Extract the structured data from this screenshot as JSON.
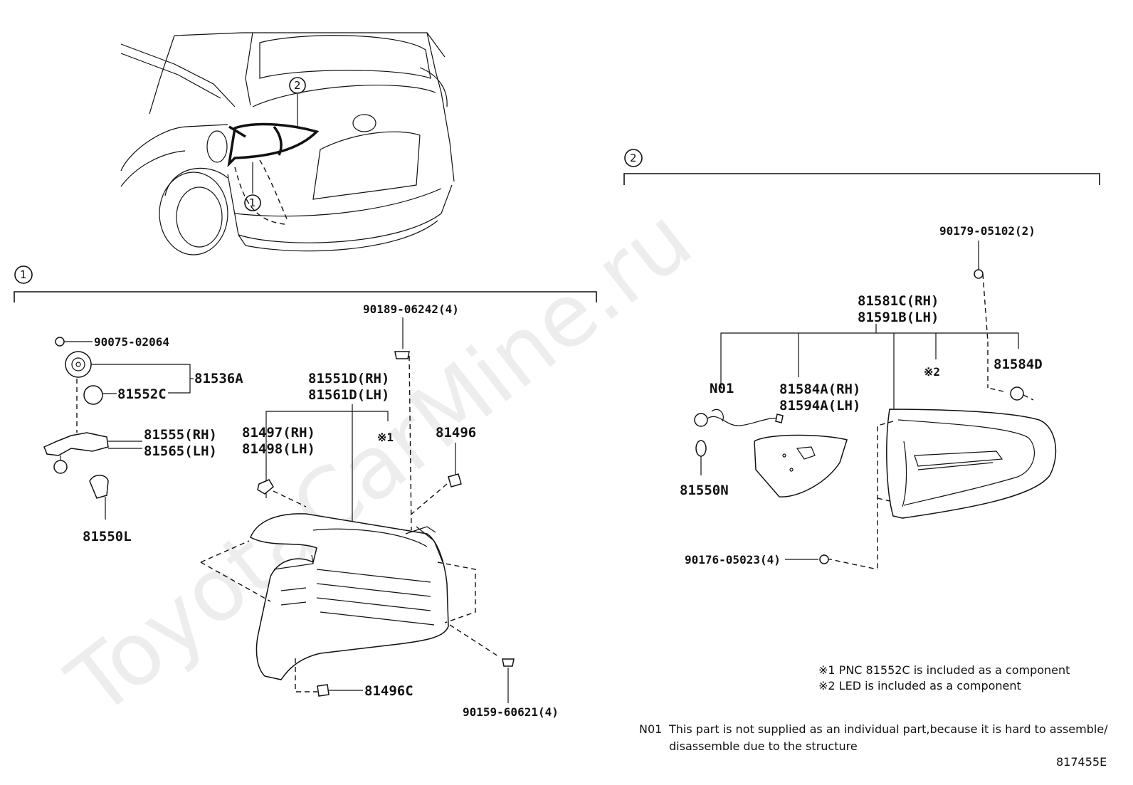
{
  "watermark": "ToyotaCarMine.ru",
  "callouts": {
    "c1": "1",
    "c2": "2"
  },
  "section1": {
    "header_marker": "1",
    "labels": {
      "p90075": "90075-02064",
      "p81536A": "81536A",
      "p81552C": "81552C",
      "p81555": "81555(RH)",
      "p81565": "81565(LH)",
      "p81550L": "81550L",
      "p90189": "90189-06242(4)",
      "p81551D": "81551D(RH)",
      "p81561D": "81561D(LH)",
      "p81497": "81497(RH)",
      "p81498": "81498(LH)",
      "mark1": "※1",
      "p81496": "81496",
      "p81496C": "81496C",
      "p90159": "90159-60621(4)"
    }
  },
  "section2": {
    "header_marker": "2",
    "labels": {
      "p90179": "90179-05102(2)",
      "p81581C": "81581C(RH)",
      "p81591B": "81591B(LH)",
      "mark2": "※2",
      "p81584D": "81584D",
      "pN01": "N01",
      "p81584A": "81584A(RH)",
      "p81594A": "81594A(LH)",
      "p81550N": "81550N",
      "p90176": "90176-05023(4)"
    }
  },
  "notes": {
    "n1": "※1 PNC 81552C is included as a component",
    "n2": "※2 LED is included as a component",
    "n01_code": "N01",
    "n01_line1": "This part is not supplied as an individual part,because it is hard to assemble/",
    "n01_line2": "disassemble due to the structure"
  },
  "diagram_id": "817455E"
}
